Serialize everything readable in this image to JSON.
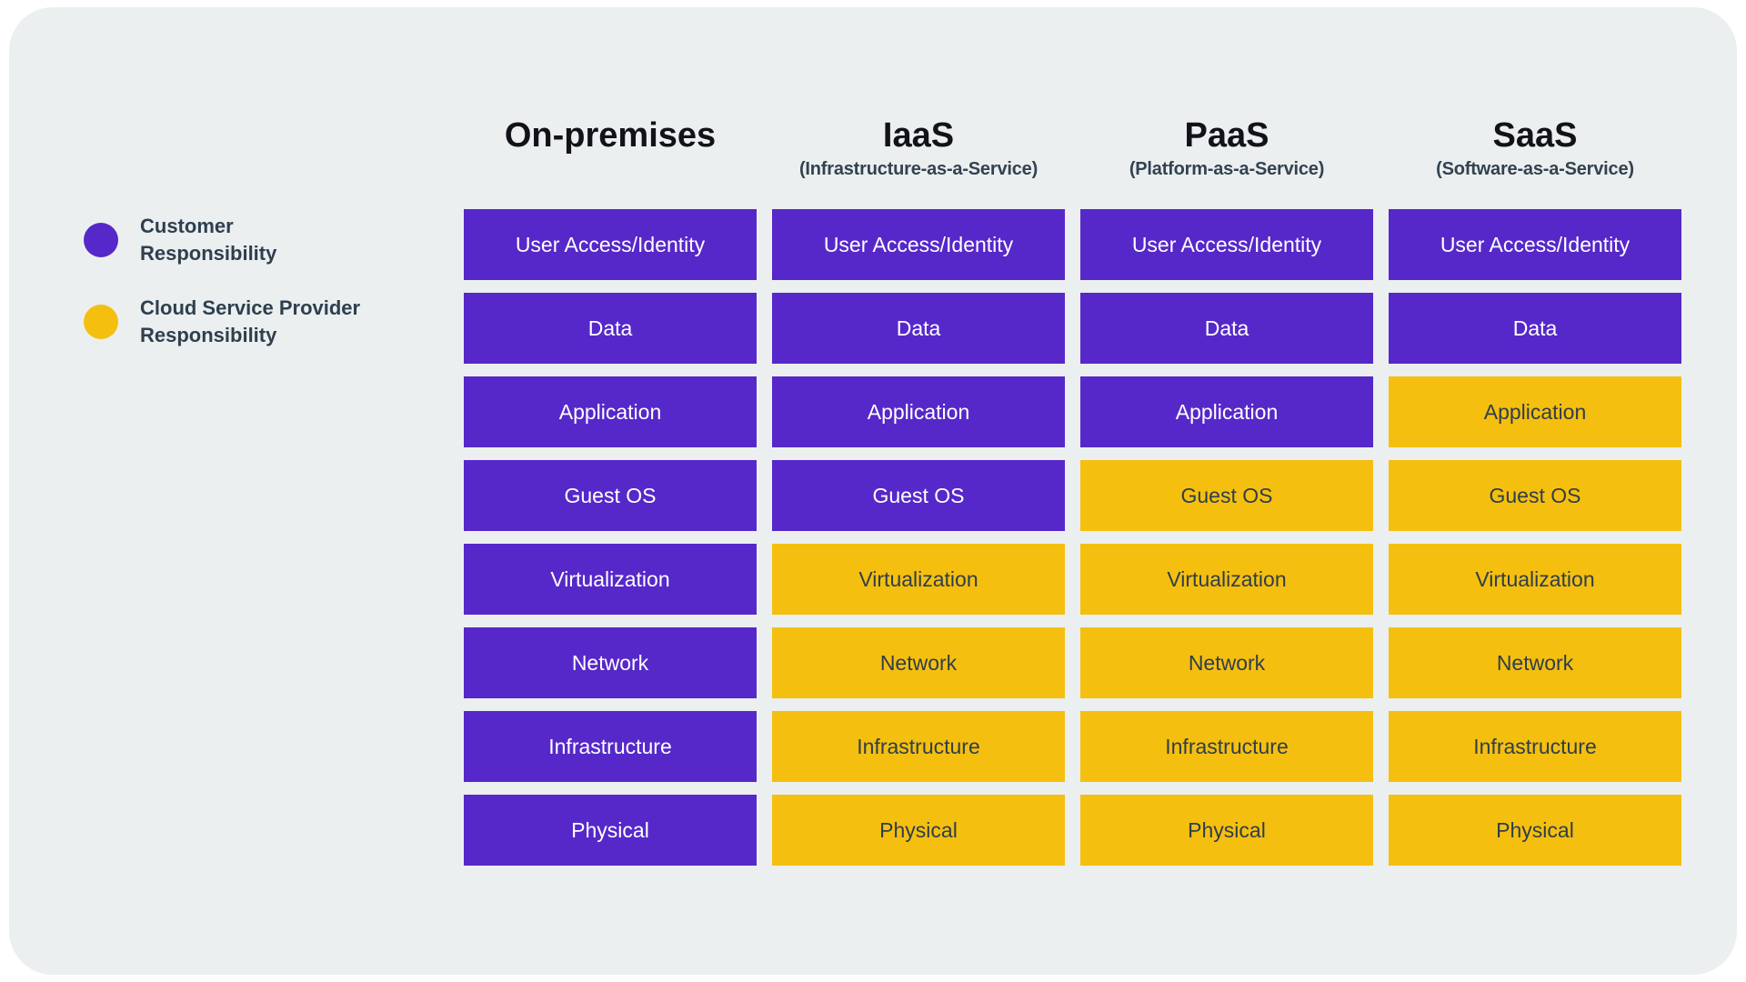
{
  "colors": {
    "customer": "#5628c9",
    "provider": "#f5bf10",
    "customer_text": "#ffffff",
    "provider_text": "#2e3e4a",
    "heading": "#111318",
    "subheading": "#33424f",
    "card_background": "#ebeff0",
    "page_background": "#ffffff"
  },
  "legend": {
    "items": [
      {
        "id": "customer",
        "label": "Customer Responsibility",
        "color": "#5628c9"
      },
      {
        "id": "provider",
        "label": "Cloud Service Provider Responsibility",
        "color": "#f5bf10"
      }
    ]
  },
  "matrix": {
    "row_labels": [
      "User Access/Identity",
      "Data",
      "Application",
      "Guest OS",
      "Virtualization",
      "Network",
      "Infrastructure",
      "Physical"
    ],
    "columns": [
      {
        "title": "On-premises",
        "subtitle": "",
        "rows": [
          {
            "label": "User Access/Identity",
            "owner": "customer"
          },
          {
            "label": "Data",
            "owner": "customer"
          },
          {
            "label": "Application",
            "owner": "customer"
          },
          {
            "label": "Guest OS",
            "owner": "customer"
          },
          {
            "label": "Virtualization",
            "owner": "customer"
          },
          {
            "label": "Network",
            "owner": "customer"
          },
          {
            "label": "Infrastructure",
            "owner": "customer"
          },
          {
            "label": "Physical",
            "owner": "customer"
          }
        ]
      },
      {
        "title": "IaaS",
        "subtitle": "(Infrastructure-as-a-Service)",
        "rows": [
          {
            "label": "User Access/Identity",
            "owner": "customer"
          },
          {
            "label": "Data",
            "owner": "customer"
          },
          {
            "label": "Application",
            "owner": "customer"
          },
          {
            "label": "Guest OS",
            "owner": "customer"
          },
          {
            "label": "Virtualization",
            "owner": "provider"
          },
          {
            "label": "Network",
            "owner": "provider"
          },
          {
            "label": "Infrastructure",
            "owner": "provider"
          },
          {
            "label": "Physical",
            "owner": "provider"
          }
        ]
      },
      {
        "title": "PaaS",
        "subtitle": "(Platform-as-a-Service)",
        "rows": [
          {
            "label": "User Access/Identity",
            "owner": "customer"
          },
          {
            "label": "Data",
            "owner": "customer"
          },
          {
            "label": "Application",
            "owner": "customer"
          },
          {
            "label": "Guest OS",
            "owner": "provider"
          },
          {
            "label": "Virtualization",
            "owner": "provider"
          },
          {
            "label": "Network",
            "owner": "provider"
          },
          {
            "label": "Infrastructure",
            "owner": "provider"
          },
          {
            "label": "Physical",
            "owner": "provider"
          }
        ]
      },
      {
        "title": "SaaS",
        "subtitle": "(Software-as-a-Service)",
        "rows": [
          {
            "label": "User Access/Identity",
            "owner": "customer"
          },
          {
            "label": "Data",
            "owner": "customer"
          },
          {
            "label": "Application",
            "owner": "provider"
          },
          {
            "label": "Guest OS",
            "owner": "provider"
          },
          {
            "label": "Virtualization",
            "owner": "provider"
          },
          {
            "label": "Network",
            "owner": "provider"
          },
          {
            "label": "Infrastructure",
            "owner": "provider"
          },
          {
            "label": "Physical",
            "owner": "provider"
          }
        ]
      }
    ]
  }
}
